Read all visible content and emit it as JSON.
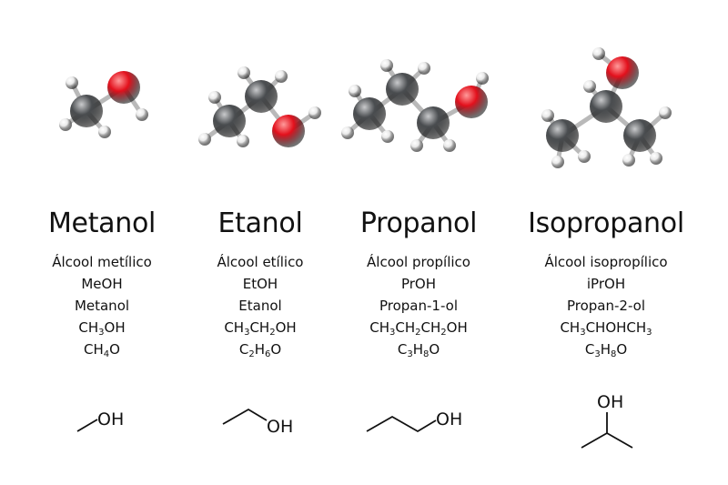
{
  "alcohols": [
    {
      "name": "Metanol",
      "common_name": "Álcool metílico",
      "abbreviation": "MeOH",
      "iupac": "Metanol",
      "condensed": [
        {
          "t": "CH"
        },
        {
          "s": "3"
        },
        {
          "t": "OH"
        }
      ],
      "molecular": [
        {
          "t": "CH"
        },
        {
          "s": "4"
        },
        {
          "t": "O"
        }
      ],
      "skeletal_label": "OH"
    },
    {
      "name": "Etanol",
      "common_name": "Álcool etílico",
      "abbreviation": "EtOH",
      "iupac": "Etanol",
      "condensed": [
        {
          "t": "CH"
        },
        {
          "s": "3"
        },
        {
          "t": "CH"
        },
        {
          "s": "2"
        },
        {
          "t": "OH"
        }
      ],
      "molecular": [
        {
          "t": "C"
        },
        {
          "s": "2"
        },
        {
          "t": "H"
        },
        {
          "s": "6"
        },
        {
          "t": "O"
        }
      ],
      "skeletal_label": "OH"
    },
    {
      "name": "Propanol",
      "common_name": "Álcool propílico",
      "abbreviation": "PrOH",
      "iupac": "Propan-1-ol",
      "condensed": [
        {
          "t": "CH"
        },
        {
          "s": "3"
        },
        {
          "t": "CH"
        },
        {
          "s": "2"
        },
        {
          "t": "CH"
        },
        {
          "s": "2"
        },
        {
          "t": "OH"
        }
      ],
      "molecular": [
        {
          "t": "C"
        },
        {
          "s": "3"
        },
        {
          "t": "H"
        },
        {
          "s": "8"
        },
        {
          "t": "O"
        }
      ],
      "skeletal_label": "OH"
    },
    {
      "name": "Isopropanol",
      "common_name": "Álcool isopropílico",
      "abbreviation": "iPrOH",
      "iupac": "Propan-2-ol",
      "condensed": [
        {
          "t": "CH"
        },
        {
          "s": "3"
        },
        {
          "t": "CHOHCH"
        },
        {
          "s": "3"
        }
      ],
      "molecular": [
        {
          "t": "C"
        },
        {
          "s": "3"
        },
        {
          "t": "H"
        },
        {
          "s": "8"
        },
        {
          "t": "O"
        }
      ],
      "skeletal_label": "OH"
    }
  ],
  "colors": {
    "carbon": "#4a4d50",
    "oxygen": "#e3101c",
    "hydrogen": "#e9e9e9",
    "text": "#111111",
    "bond": "#b9b9b9"
  }
}
